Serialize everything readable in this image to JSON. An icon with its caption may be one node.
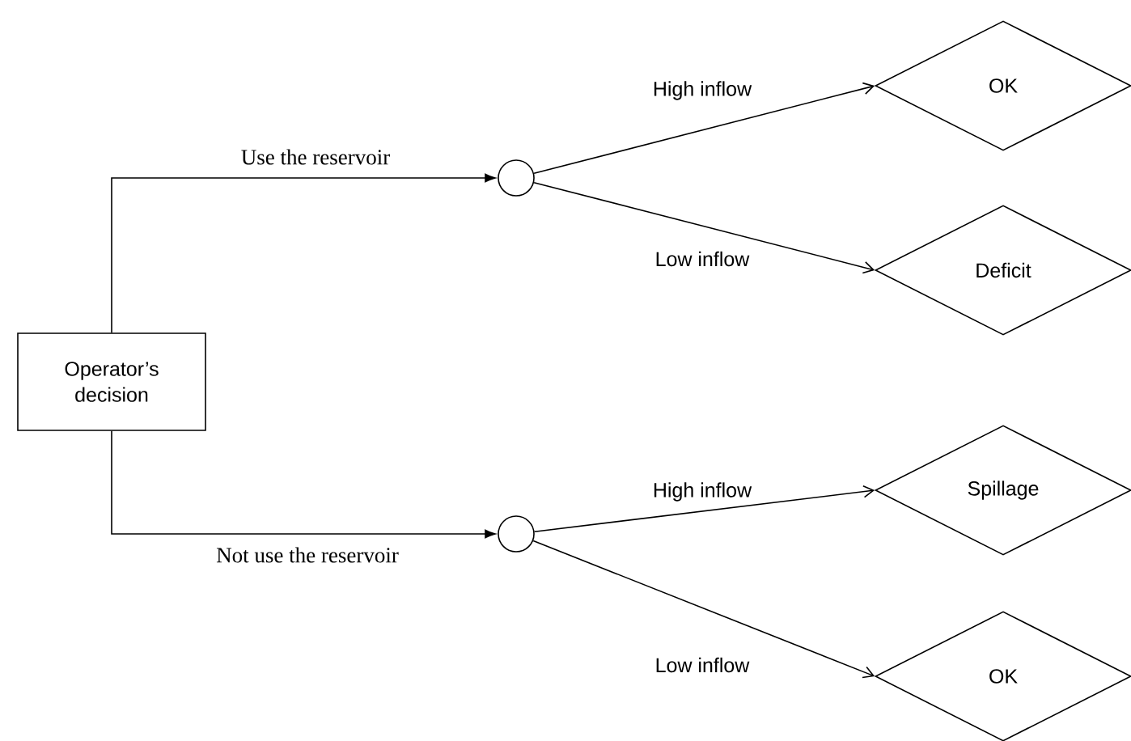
{
  "diagram": {
    "nodes": [
      {
        "text": [
          "Operator’s decision"
        ]
      },
      {
        "text": [],
        "shape": "circle"
      },
      {
        "text": [],
        "shape": "circle"
      },
      {
        "text": [
          "OK"
        ]
      },
      {
        "text": [
          "Deficit"
        ]
      },
      {
        "text": [
          "Spillage"
        ]
      },
      {
        "text": [
          "OK"
        ]
      }
    ],
    "edges": [
      {
        "from": 0,
        "to": 1,
        "arrow": "to",
        "label": "Use the reservoir"
      },
      {
        "from": 0,
        "to": 2,
        "arrow": "to",
        "label": "Not use the reservoir"
      },
      {
        "from": 1,
        "to": 3,
        "arrow": "to",
        "label": "High inflow"
      },
      {
        "from": 1,
        "to": 4,
        "arrow": "to",
        "label": "Low inflow"
      },
      {
        "from": 2,
        "to": 5,
        "arrow": "to",
        "label": "High inflow"
      },
      {
        "from": 2,
        "to": 6,
        "arrow": "to",
        "label": "Low inflow"
      }
    ]
  }
}
